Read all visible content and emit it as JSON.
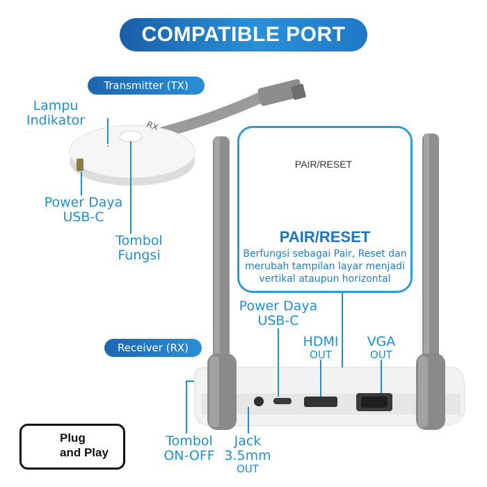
{
  "title": "COMPATIBLE PORT",
  "transmitter": {
    "section_label": "Transmitter (TX)",
    "lampu_label": "Lampu Indikator",
    "power_label_line1": "Power Daya",
    "power_label_line2": "USB-C",
    "tombol_label_line1": "Tombol",
    "tombol_label_line2": "Fungsi"
  },
  "pair_reset": {
    "button_text": "PAIR/RESET",
    "heading": "PAIR/RESET",
    "description": "Berfungsi sebagai Pair, Reset dan merubah tampilan layar menjadi vertikal ataupun horizontal"
  },
  "receiver": {
    "section_label": "Receiver (RX)",
    "power_label_line1": "Power Daya",
    "power_label_line2": "USB-C",
    "hdmi_label_line1": "HDMI",
    "hdmi_label_line2": "OUT",
    "vga_label_line1": "VGA",
    "vga_label_line2": "OUT",
    "tombol_label_line1": "Tombol",
    "tombol_label_line2": "ON-OFF",
    "jack_label_line1": "Jack",
    "jack_label_line2": "3.5mm",
    "jack_label_line3": "OUT"
  },
  "badge": {
    "line1": "Plug",
    "line2": "and Play"
  },
  "colors": {
    "accent": "#1f8fd0",
    "title_gradient_start": "#1a5fa8",
    "title_gradient_end": "#2a8fd8",
    "device_white": "#f4f4f4",
    "device_gray": "#8d8d8d"
  }
}
